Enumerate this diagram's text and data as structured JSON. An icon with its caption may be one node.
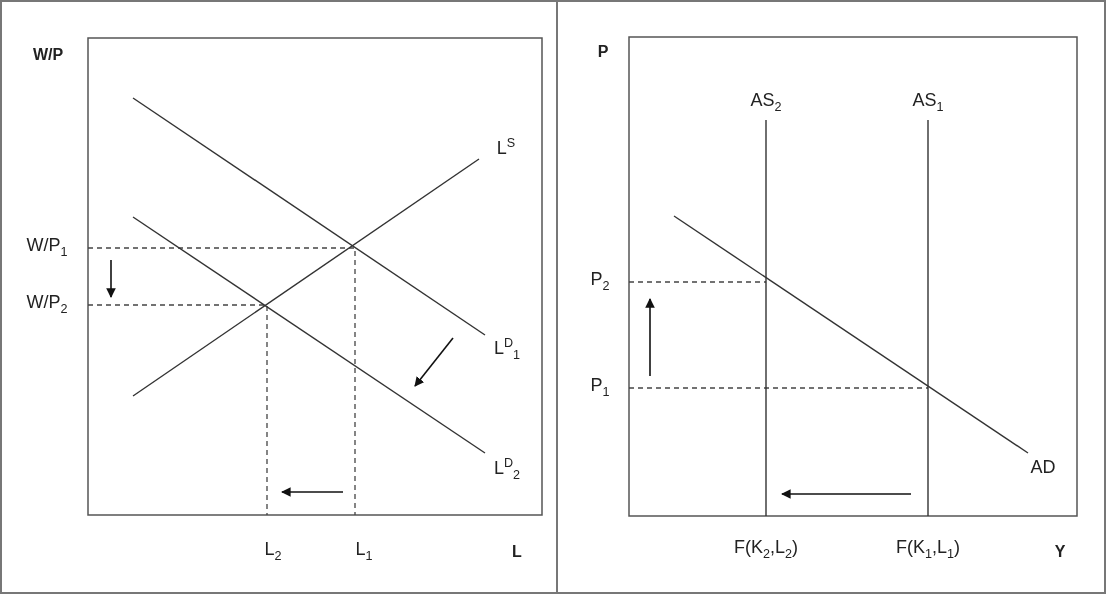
{
  "diagram": {
    "labels": [
      "W/P",
      "L$^{S}$",
      "W/P$_{1}$",
      "W/P$_{2}$",
      "L$^{D}$$_{1}$",
      "L$^{D}$$_{2}$",
      "L$_{2}$",
      "L$_{1}$",
      "L",
      "P",
      "AS$_{2}$",
      "AS$_{1}$",
      "P$_{2}$",
      "P$_{1}$",
      "AD",
      "F(K$_{2}$,L$_{2}$)",
      "F(K$_{1}$,L$_{1}$)",
      "Y"
    ]
  }
}
